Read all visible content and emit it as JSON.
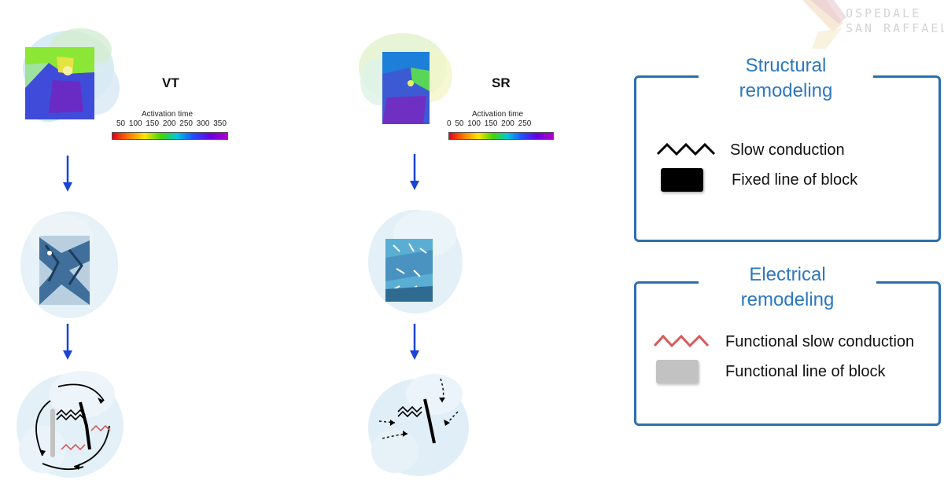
{
  "logo": {
    "line1": "OSPEDALE",
    "line2": "SAN RAFFAELE"
  },
  "columns": [
    {
      "id": "vt",
      "title": "VT",
      "scale_title": "Activation time",
      "scale_ticks": "50 100 150 200 250 300 350"
    },
    {
      "id": "sr",
      "title": "SR",
      "scale_title": "Activation time",
      "scale_ticks": "0 50 100 150 200 250"
    }
  ],
  "legends": [
    {
      "title_line1": "Structural",
      "title_line2": "remodeling",
      "items": [
        {
          "label": "Slow conduction",
          "icon": "zigzag-black-icon"
        },
        {
          "label": "Fixed line of block",
          "icon": "black-block-icon"
        }
      ]
    },
    {
      "title_line1": "Electrical",
      "title_line2": "remodeling",
      "items": [
        {
          "label": "Functional slow conduction",
          "icon": "zigzag-red-icon"
        },
        {
          "label": "Functional line of block",
          "icon": "gray-block-icon"
        }
      ]
    }
  ],
  "colors": {
    "legend_border": "#2c6fad",
    "legend_title": "#2c78c0",
    "arrow": "#1a44d6",
    "slow_conduction": "#000000",
    "functional_slow_conduction": "#d65a5a",
    "functional_block": "#c2c2c2"
  }
}
